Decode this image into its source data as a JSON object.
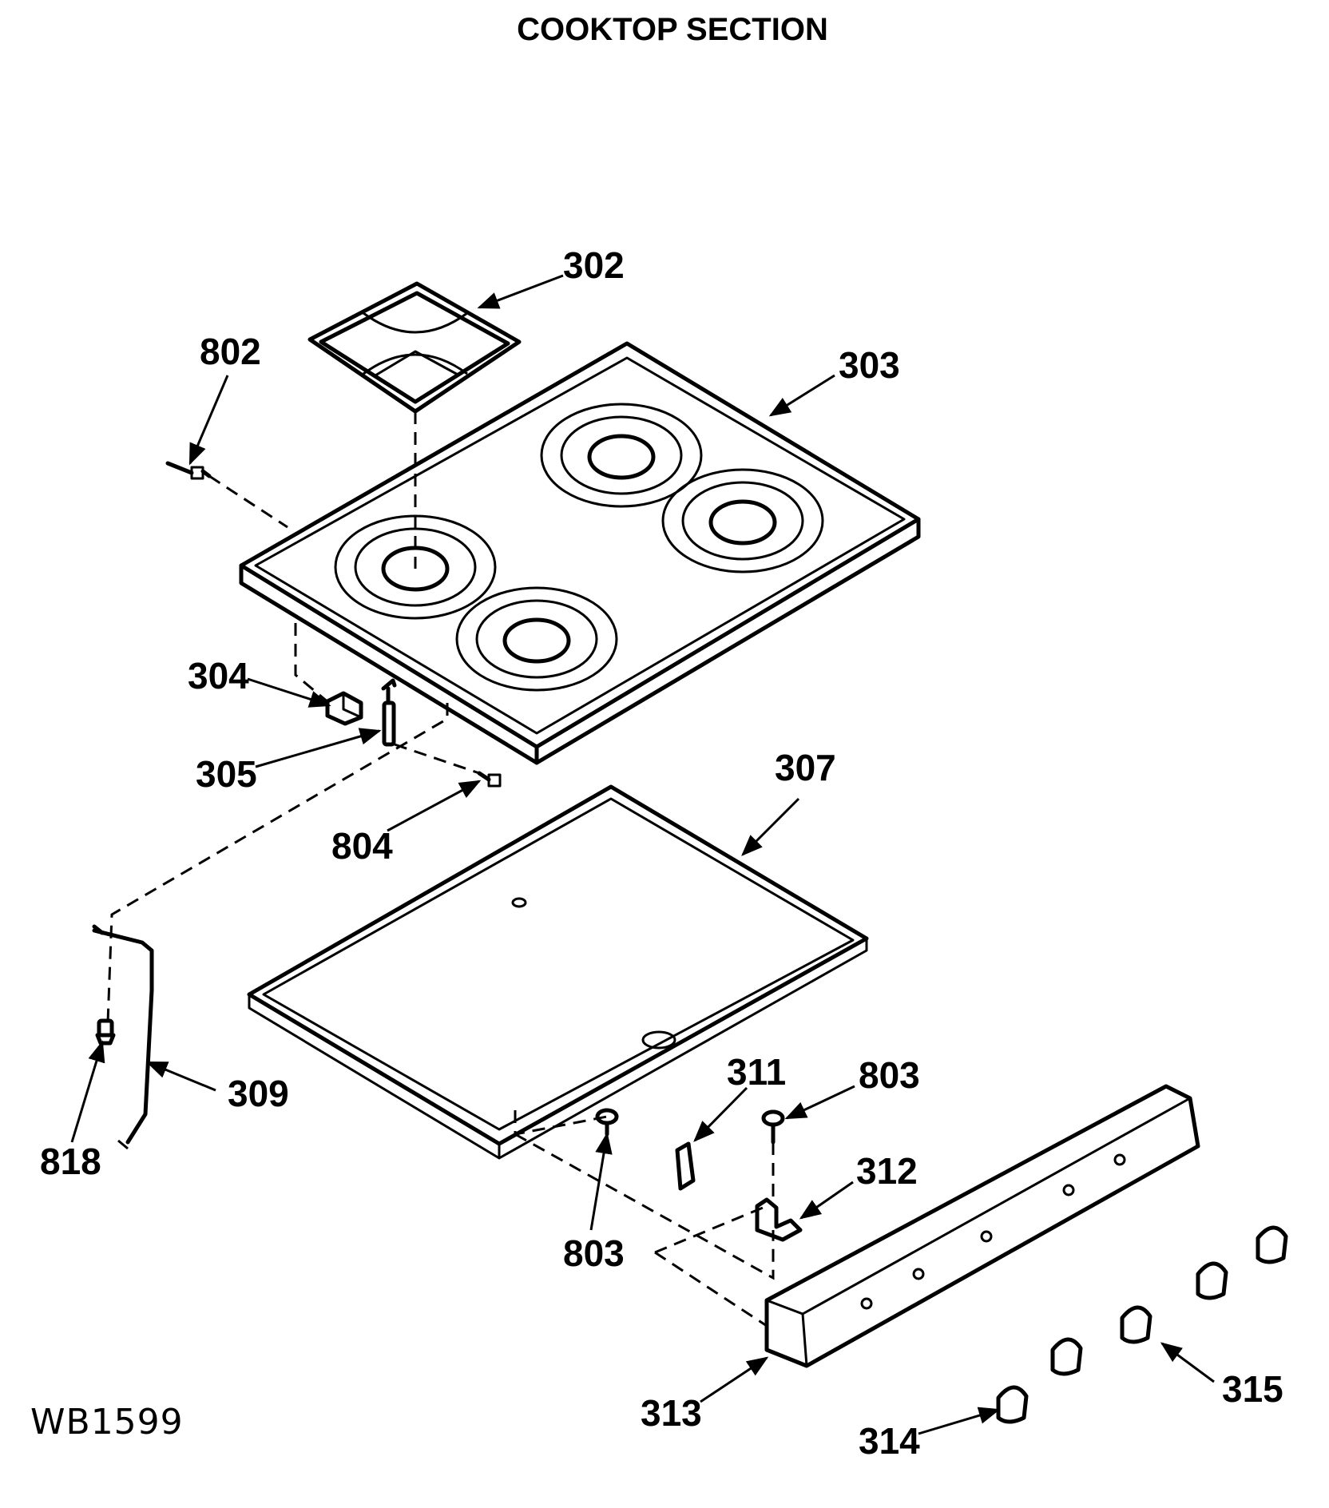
{
  "title": "COOKTOP SECTION",
  "drawing_code": "WB1599",
  "callouts": {
    "p302": "302",
    "p303": "303",
    "p802": "802",
    "p304": "304",
    "p305": "305",
    "p804": "804",
    "p307": "307",
    "p309": "309",
    "p818": "818",
    "p311": "311",
    "p803a": "803",
    "p312": "312",
    "p803b": "803",
    "p313": "313",
    "p314": "314",
    "p315": "315"
  }
}
